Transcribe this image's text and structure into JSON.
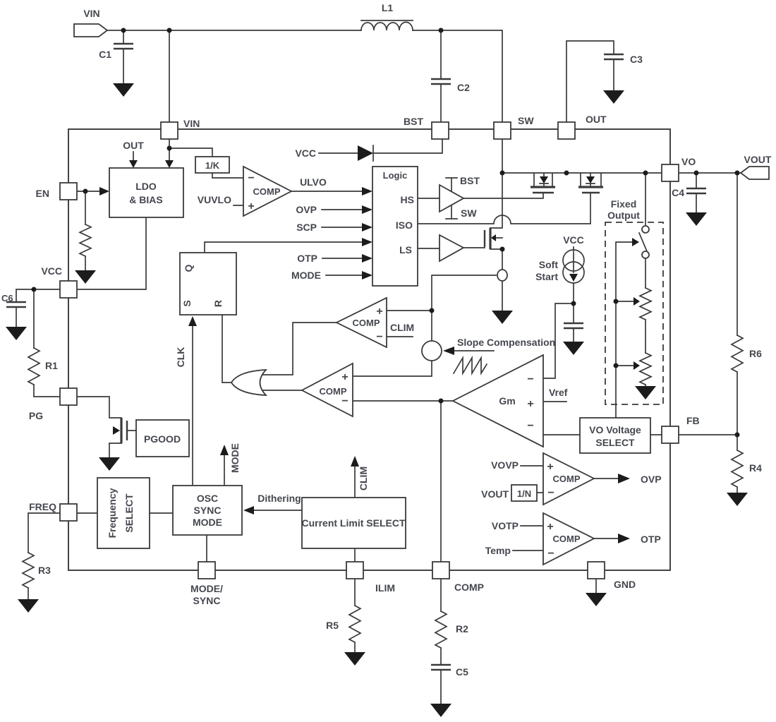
{
  "pins": {
    "vin": "VIN",
    "bst": "BST",
    "sw": "SW",
    "out": "OUT",
    "vo": "VO",
    "fb": "FB",
    "en": "EN",
    "vcc": "VCC",
    "pg": "PG",
    "freq": "FREQ",
    "mode_sync_1": "MODE/",
    "mode_sync_2": "SYNC",
    "ilim": "ILIM",
    "comp": "COMP",
    "gnd": "GND"
  },
  "connectors": {
    "vin": "VIN",
    "vout": "VOUT"
  },
  "passives": {
    "l1": "L1",
    "c1": "C1",
    "c2": "C2",
    "c3": "C3",
    "c4": "C4",
    "c5": "C5",
    "c6": "C6",
    "r1": "R1",
    "r2": "R2",
    "r3": "R3",
    "r4": "R4",
    "r5": "R5",
    "r6": "R6"
  },
  "blocks": {
    "ldo_1": "LDO",
    "ldo_2": "& BIAS",
    "inv_k": "1/K",
    "inv_n": "1/N",
    "logic_title": "Logic",
    "hs": "HS",
    "iso": "ISO",
    "ls": "LS",
    "pgood": "PGOOD",
    "freq_sel_1": "Frequency",
    "freq_sel_2": "SELECT",
    "osc_1": "OSC",
    "osc_2": "SYNC",
    "osc_3": "MODE",
    "clim_select": "Current Limit SELECT",
    "vo_select_1": "VO Voltage",
    "vo_select_2": "SELECT",
    "latch_q": "Q",
    "latch_s": "S",
    "latch_r": "R"
  },
  "amps": {
    "comp": "COMP",
    "gm": "Gm",
    "plus": "+",
    "minus": "−"
  },
  "signals": {
    "ulvo": "ULVO",
    "ovp_in": "OVP",
    "scp": "SCP",
    "otp_in": "OTP",
    "mode_in": "MODE",
    "vcc_diode": "VCC",
    "vuvlo": "VUVLO",
    "bst_rail": "BST",
    "sw_rail": "SW",
    "clim_in": "CLIM",
    "clk": "CLK",
    "mode_arrow": "MODE",
    "clim_arrow": "CLIM",
    "dithering": "Dithering",
    "slope": "Slope Compensation",
    "soft_1": "Soft",
    "soft_2": "Start",
    "vcc_ss": "VCC",
    "fixed_1": "Fixed",
    "fixed_2": "Output",
    "vref": "Vref",
    "vovp": "VOVP",
    "vout_sig": "VOUT",
    "votp": "VOTP",
    "temp": "Temp",
    "ovp_out": "OVP",
    "otp_out": "OTP"
  }
}
